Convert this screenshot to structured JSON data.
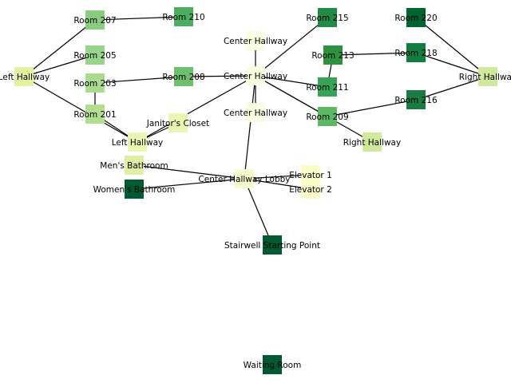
{
  "nodes": [
    {
      "id": "room_207",
      "label": "Room 207",
      "color": "#88cc7f"
    },
    {
      "id": "room_210",
      "label": "Room 210",
      "color": "#4aad62"
    },
    {
      "id": "room_215",
      "label": "Room 215",
      "color": "#238a45"
    },
    {
      "id": "room_220",
      "label": "Room 220",
      "color": "#006431"
    },
    {
      "id": "center_hallway_top",
      "label": "Center Hallway",
      "color": "#fbfde0"
    },
    {
      "id": "room_205",
      "label": "Room 205",
      "color": "#98d48c"
    },
    {
      "id": "room_213",
      "label": "Room 213",
      "color": "#2b933f"
    },
    {
      "id": "room_218",
      "label": "Room 218",
      "color": "#137d3f"
    },
    {
      "id": "left_hallway_far",
      "label": "Left Hallway",
      "color": "#e3f2a2"
    },
    {
      "id": "room_203",
      "label": "Room 203",
      "color": "#a9da8d"
    },
    {
      "id": "room_208",
      "label": "Room 208",
      "color": "#6ebf6d"
    },
    {
      "id": "center_hallway_mid",
      "label": "Center Hallway",
      "color": "#fbfde0"
    },
    {
      "id": "right_hallway_far",
      "label": "Right Hallway",
      "color": "#cfe99d"
    },
    {
      "id": "room_211",
      "label": "Room 211",
      "color": "#37a356"
    },
    {
      "id": "room_216",
      "label": "Room 216",
      "color": "#197b41"
    },
    {
      "id": "room_201",
      "label": "Room 201",
      "color": "#b2de91"
    },
    {
      "id": "center_hallway_low",
      "label": "Center Hallway",
      "color": "#fbfde0"
    },
    {
      "id": "room_209",
      "label": "Room 209",
      "color": "#5db866"
    },
    {
      "id": "janitors_closet",
      "label": "Janitor's Closet",
      "color": "#e9f5b0"
    },
    {
      "id": "left_hallway",
      "label": "Left Hallway",
      "color": "#e9f5b0"
    },
    {
      "id": "right_hallway",
      "label": "Right Hallway",
      "color": "#cfe99d"
    },
    {
      "id": "mens_bathroom",
      "label": "Men's Bathroom",
      "color": "#dff0a6"
    },
    {
      "id": "elevator_1",
      "label": "Elevator 1",
      "color": "#f9fcc6"
    },
    {
      "id": "center_hallway_lobby",
      "label": "Center Hallway Lobby",
      "color": "#f6fbcc"
    },
    {
      "id": "womens_bathroom",
      "label": "Women's Bathroom",
      "color": "#005a32"
    },
    {
      "id": "elevator_2",
      "label": "Elevator 2",
      "color": "#f9fcc6"
    },
    {
      "id": "stairwell_starting_point",
      "label": "Stairwell Starting Point",
      "color": "#005a32"
    },
    {
      "id": "waiting_room",
      "label": "Waiting Room",
      "color": "#005a32"
    }
  ],
  "edges": [
    [
      "room_207",
      "room_210"
    ],
    [
      "room_207",
      "left_hallway_far"
    ],
    [
      "room_205",
      "left_hallway_far"
    ],
    [
      "left_hallway_far",
      "left_hallway"
    ],
    [
      "room_203",
      "room_208"
    ],
    [
      "room_203",
      "room_201"
    ],
    [
      "room_201",
      "left_hallway"
    ],
    [
      "janitors_closet",
      "left_hallway"
    ],
    [
      "left_hallway",
      "center_hallway_mid"
    ],
    [
      "room_208",
      "center_hallway_mid"
    ],
    [
      "center_hallway_top",
      "center_hallway_mid"
    ],
    [
      "room_215",
      "center_hallway_mid"
    ],
    [
      "center_hallway_mid",
      "room_211"
    ],
    [
      "center_hallway_mid",
      "center_hallway_low"
    ],
    [
      "center_hallway_mid",
      "room_209"
    ],
    [
      "center_hallway_mid",
      "right_hallway"
    ],
    [
      "center_hallway_mid",
      "center_hallway_lobby"
    ],
    [
      "room_213",
      "room_218"
    ],
    [
      "room_213",
      "room_211"
    ],
    [
      "room_220",
      "right_hallway_far"
    ],
    [
      "room_218",
      "right_hallway_far"
    ],
    [
      "room_216",
      "right_hallway_far"
    ],
    [
      "room_209",
      "room_216"
    ],
    [
      "mens_bathroom",
      "center_hallway_lobby"
    ],
    [
      "womens_bathroom",
      "center_hallway_lobby"
    ],
    [
      "center_hallway_lobby",
      "elevator_1"
    ],
    [
      "center_hallway_lobby",
      "elevator_2"
    ],
    [
      "center_hallway_lobby",
      "stairwell_starting_point"
    ]
  ]
}
